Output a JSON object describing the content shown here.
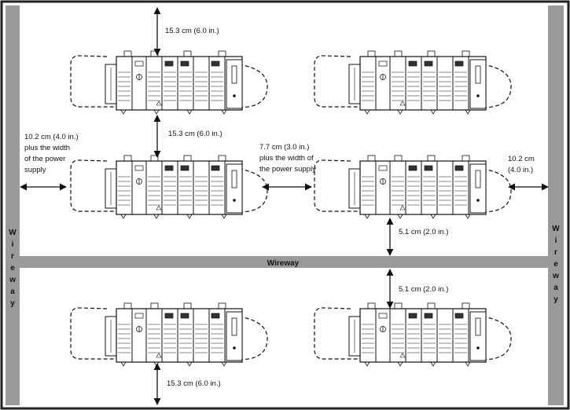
{
  "wireways": {
    "left_letters": [
      "W",
      "i",
      "r",
      "e",
      "w",
      "a",
      "y"
    ],
    "right_letters": [
      "W",
      "i",
      "r",
      "e",
      "w",
      "a",
      "y"
    ],
    "center_label": "Wireway"
  },
  "dimensions": {
    "top_clearance": "15.3 cm (6.0 in.)",
    "between_rows": "15.3 cm (6.0 in.)",
    "bottom_clearance": "15.3 cm (6.0 in.)",
    "left_side": [
      "10.2 cm (4.0 in.)",
      "plus the width",
      "of the power",
      "supply"
    ],
    "between_chassis": [
      "7.7 cm (3.0 in.)",
      "plus the width of",
      "the power supply"
    ],
    "right_side": [
      "10.2 cm",
      "(4.0 in.)"
    ],
    "above_wireway": "5.1 cm (2.0 in.)",
    "below_wireway": "5.1 cm (2.0 in.)"
  },
  "colors": {
    "wireway": "#9a9a9a",
    "frame": "#222222",
    "line": "#111111"
  }
}
